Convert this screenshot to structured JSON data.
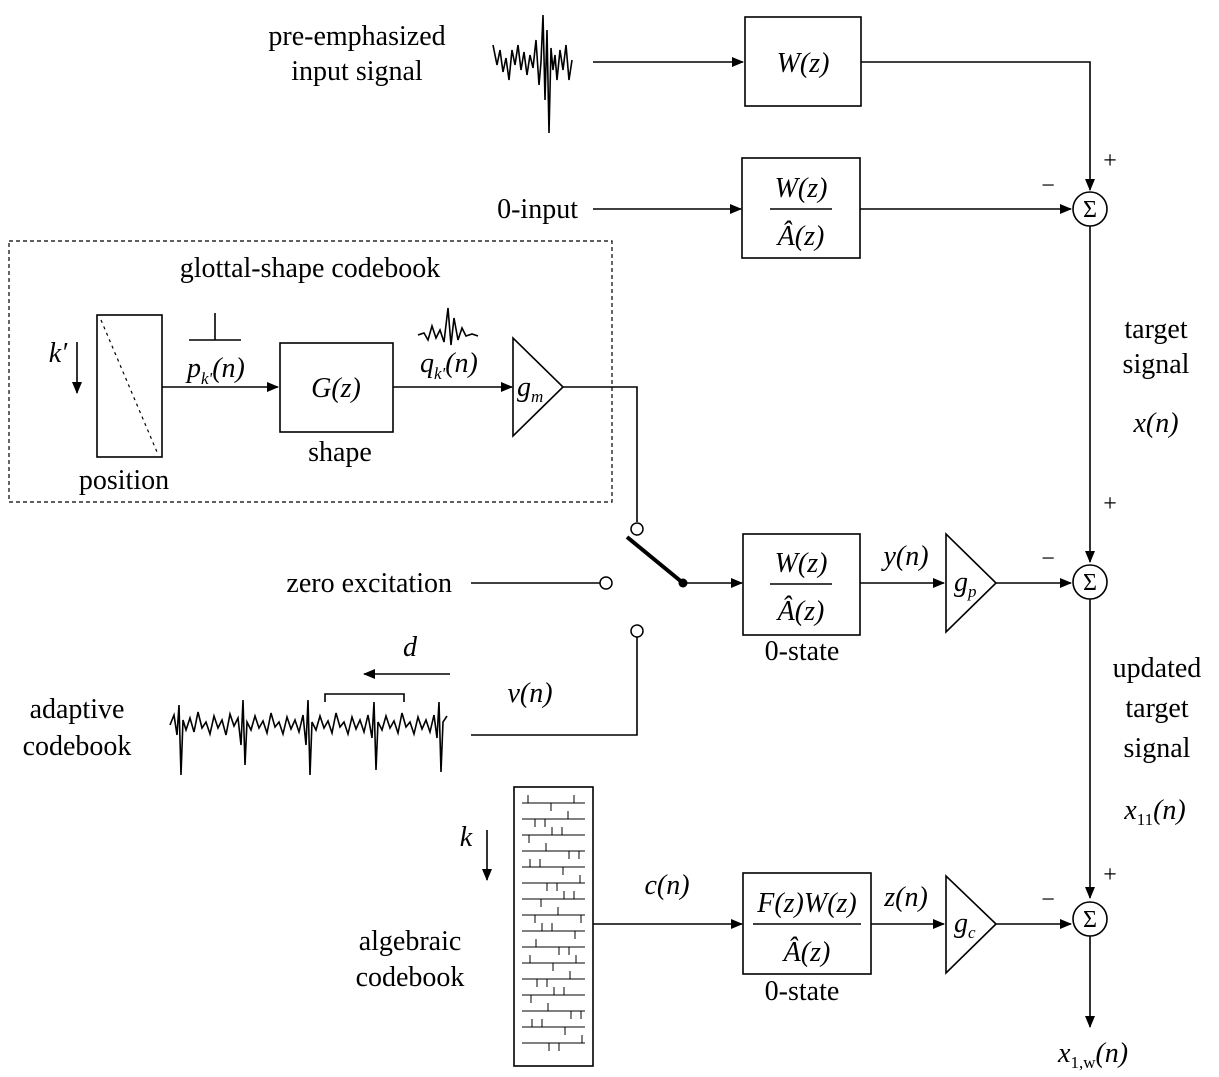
{
  "labels": {
    "pre_emphasized_line1": "pre-emphasized",
    "pre_emphasized_line2": "input signal",
    "zero_input": "0-input",
    "codebook_title": "glottal-shape codebook",
    "position": "position",
    "shape": "shape",
    "zero_excitation": "zero excitation",
    "adaptive_line1": "adaptive",
    "adaptive_line2": "codebook",
    "algebraic_line1": "algebraic",
    "algebraic_line2": "codebook",
    "target_line1": "target",
    "target_line2": "signal",
    "updated_line1": "updated",
    "updated_line2": "target",
    "updated_line3": "signal",
    "zero_state_1": "0-state",
    "zero_state_2": "0-state"
  },
  "blocks": {
    "wz": "W(z)",
    "wz_num": "W(z)",
    "ahat_den": "Â(z)",
    "gz": "G(z)",
    "wz_num2": "W(z)",
    "ahat_den2": "Â(z)",
    "fw_num": "F(z)W(z)",
    "ahat_den3": "Â(z)"
  },
  "gains": {
    "gm": "g",
    "gm_sub": "m",
    "gp": "g",
    "gp_sub": "p",
    "gc": "g",
    "gc_sub": "c"
  },
  "signals": {
    "kprime": "k′",
    "p": "p",
    "p_sub": "k'",
    "p_arg": "(n)",
    "q": "q",
    "q_sub": "k'",
    "q_arg": "(n)",
    "x": "x(n)",
    "y": "y(n)",
    "v": "v(n)",
    "d": "d",
    "k": "k",
    "c": "c(n)",
    "z": "z(n)",
    "x11": "x",
    "x11_sub": "11",
    "x11_arg": "(n)",
    "x1w": "x",
    "x1w_sub": "1,w",
    "x1w_arg": "(n)"
  },
  "summers": {
    "symbol": "Σ",
    "plus": "+",
    "minus": "−"
  }
}
